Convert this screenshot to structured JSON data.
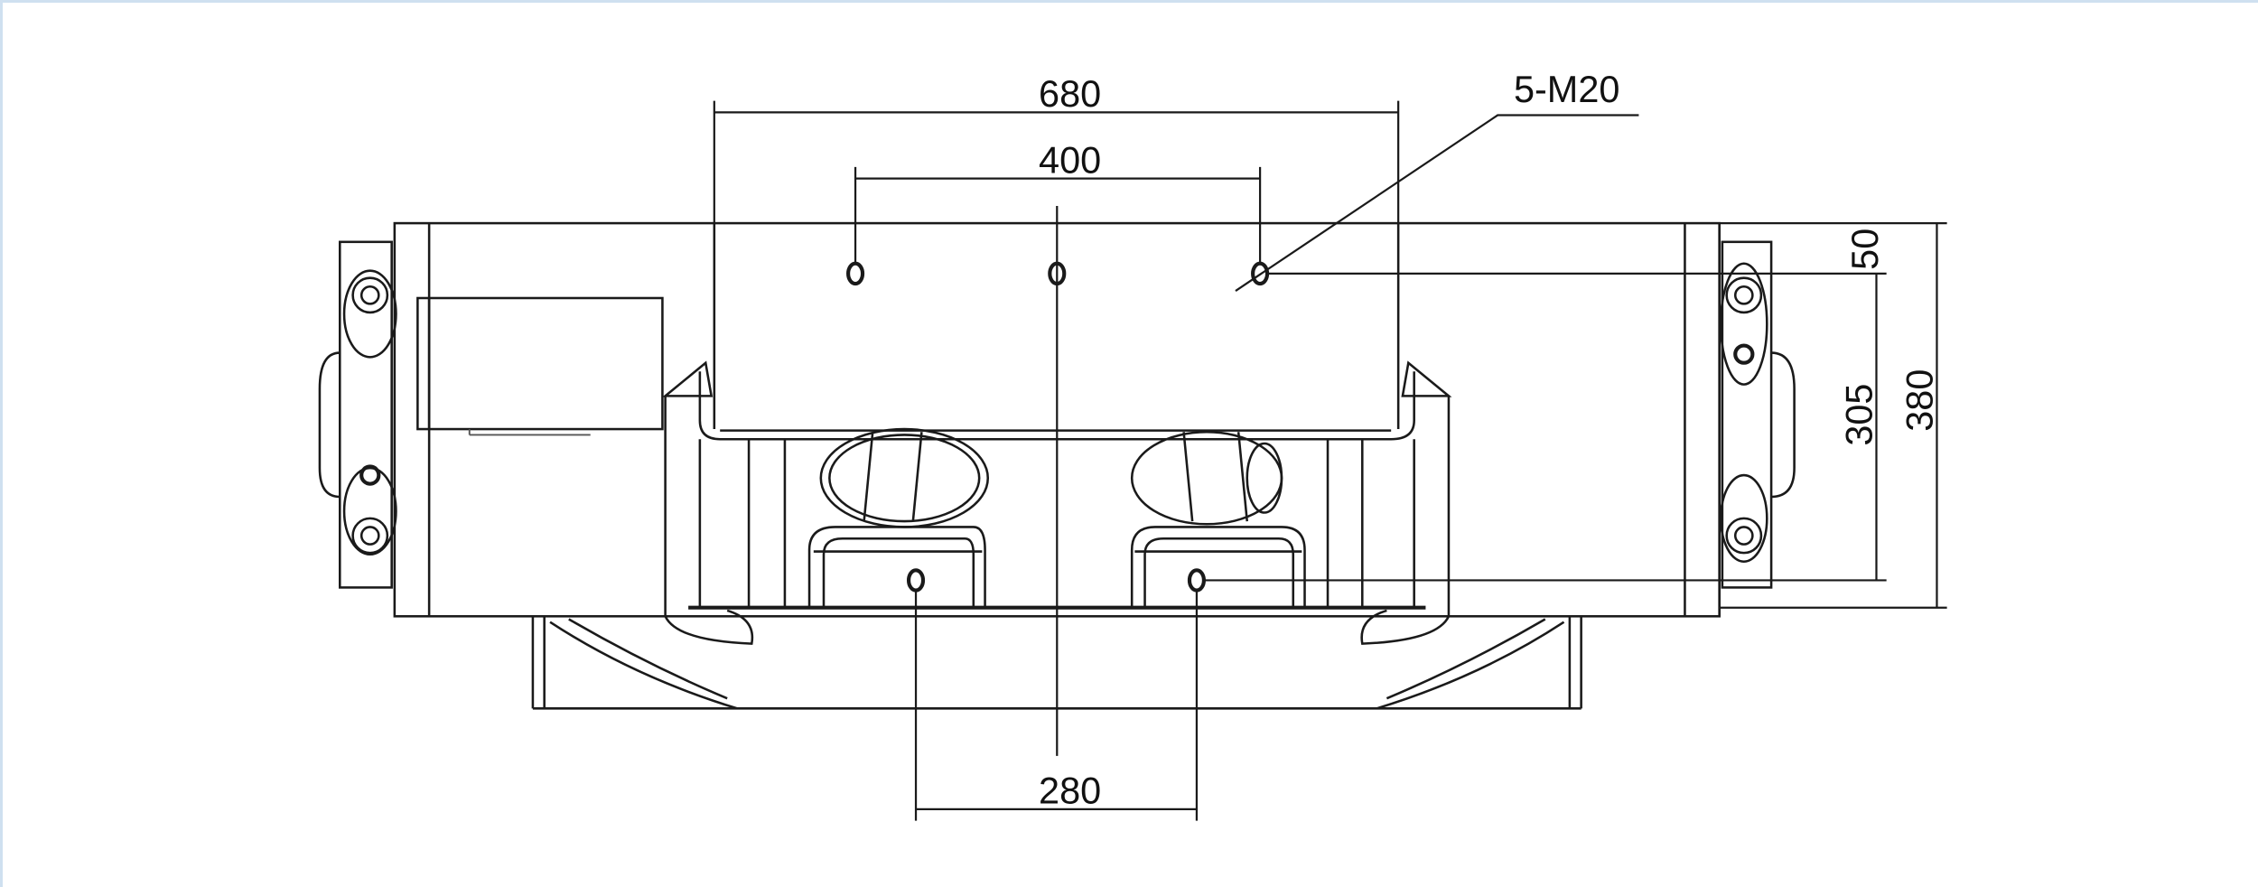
{
  "drawing": {
    "dimensions": {
      "overall_width": "680",
      "hole_spacing_top": "400",
      "hole_spacing_bottom": "280",
      "hole_offset": "50",
      "hole_row_spacing": "305",
      "overall_depth": "380"
    },
    "callout": "5-M20",
    "line_color": "#1a1a1a",
    "frame_color": "#cfe0f0"
  }
}
